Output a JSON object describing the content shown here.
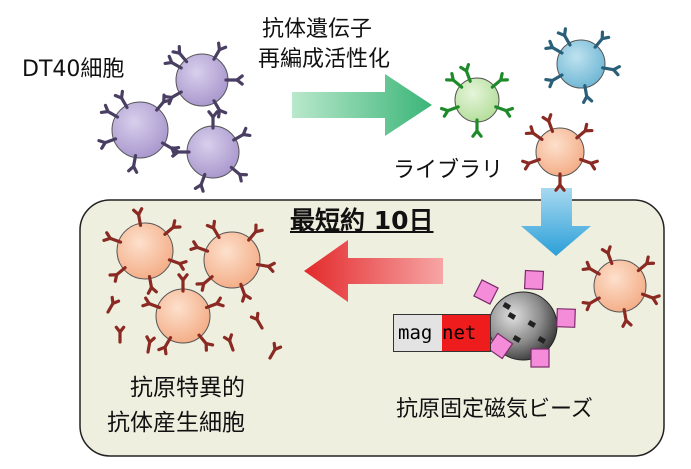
{
  "labels": {
    "dt40": "DT40細胞",
    "gene_line1": "抗体遺伝子",
    "gene_line2": "再編成活性化",
    "library": "ライブラリ",
    "title": "最短約 10日",
    "result_line1": "抗原特異的",
    "result_line2": "抗体産生細胞",
    "beads": "抗原固定磁気ビーズ",
    "magnet_left": "mag",
    "magnet_right": "net"
  },
  "colors": {
    "purple_cell": "#b9aad6",
    "green_cell": "#c9e8b5",
    "blue_cell": "#86c4dd",
    "peach_cell": "#f8c3a2",
    "green_arrow": "#4fbf86",
    "red_arrow": "#e8393a",
    "blue_arrow": "#39a7dc",
    "panel_fill": "#efefe0",
    "antigen_pink": "#f58cd9"
  }
}
